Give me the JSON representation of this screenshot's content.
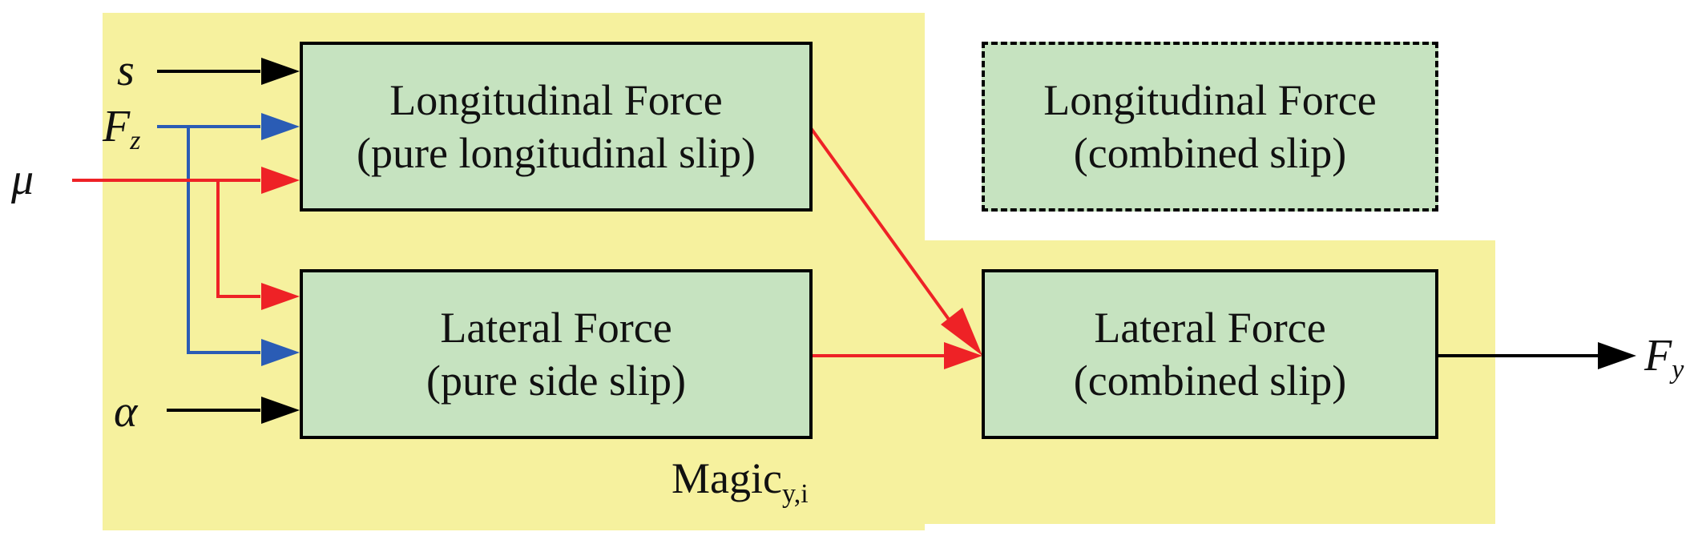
{
  "colors": {
    "background_region": "#f6f19e",
    "box_fill": "#c6e3c0",
    "line_black": "#000000",
    "line_blue": "#2a5cb5",
    "line_red": "#ee2226"
  },
  "inputs": {
    "s": {
      "text": "s"
    },
    "Fz": {
      "base": "F",
      "sub": "z"
    },
    "mu": {
      "text": "μ"
    },
    "alpha": {
      "text": "α"
    }
  },
  "output": {
    "base": "F",
    "sub": "y"
  },
  "blocks": {
    "longitudinal_pure": {
      "line1": "Longitudinal Force",
      "line2": "(pure longitudinal slip)"
    },
    "longitudinal_combined": {
      "line1": "Longitudinal Force",
      "line2": "(combined slip)"
    },
    "lateral_pure": {
      "line1": "Lateral Force",
      "line2": "(pure side slip)"
    },
    "lateral_combined": {
      "line1": "Lateral Force",
      "line2": "(combined slip)"
    }
  },
  "region_label": {
    "base": "Magic",
    "sub": "y,i"
  }
}
